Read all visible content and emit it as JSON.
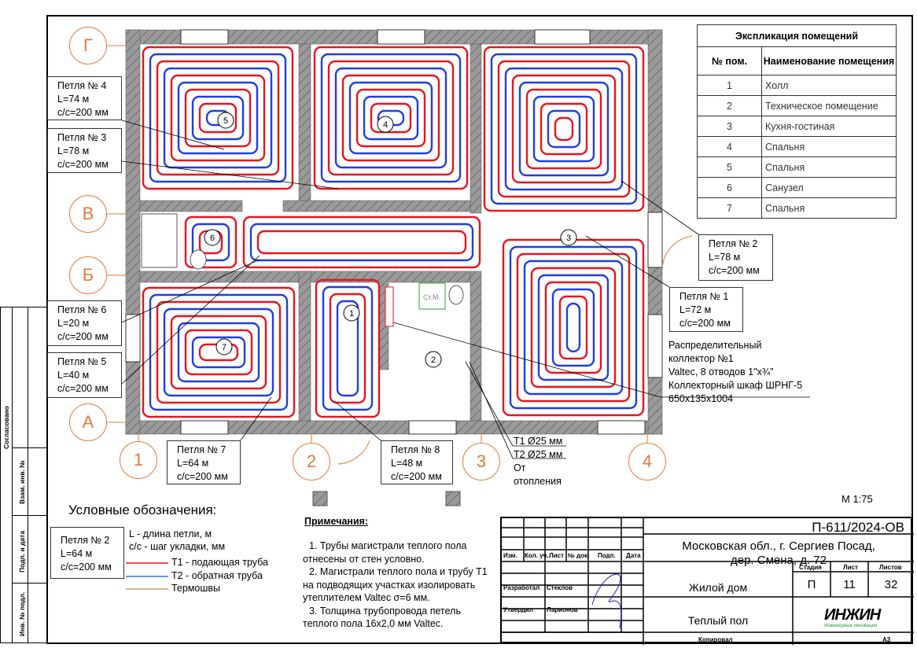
{
  "colors": {
    "supply": "#e8141e",
    "return": "#1f3fe0",
    "thermo": "#e07a3a",
    "wall": "#9a9a9a"
  },
  "axes": {
    "rows": [
      "Г",
      "В",
      "Б",
      "А"
    ],
    "cols": [
      "1",
      "2",
      "3",
      "4"
    ]
  },
  "loops": [
    {
      "title": "Петля № 4",
      "length": "L=74 м",
      "step": "с/с=200 мм"
    },
    {
      "title": "Петля № 3",
      "length": "L=78 м",
      "step": "с/с=200 мм"
    },
    {
      "title": "Петля № 6",
      "length": "L=20 м",
      "step": "с/с=200 мм"
    },
    {
      "title": "Петля № 5",
      "length": "L=40 м",
      "step": "с/с=200 мм"
    },
    {
      "title": "Петля № 7",
      "length": "L=64 м",
      "step": "с/с=200 мм"
    },
    {
      "title": "Петля № 8",
      "length": "L=48 м",
      "step": "с/с=200 мм"
    },
    {
      "title": "Петля № 2",
      "length": "L=78 м",
      "step": "с/с=200 мм"
    },
    {
      "title": "Петля № 1",
      "length": "L=72 м",
      "step": "с/с=200 мм"
    }
  ],
  "room_tags": [
    "1",
    "2",
    "3",
    "4",
    "5",
    "6",
    "7"
  ],
  "fixture_label": "Ст.М.",
  "collector": [
    "Распределительный",
    "коллектор №1",
    "Valtec, 8 отводов 1\"x¾\"",
    "Коллекторный шкаф ШРНГ-5",
    "650x135x1004"
  ],
  "mains": {
    "t1": "Т1 Ø25 мм",
    "t2": "Т2 Ø25 мм",
    "from1": "От",
    "from2": "отопления"
  },
  "scale": "М 1:75",
  "explication": {
    "title": "Экспликация помещений",
    "col_num": "№ пом.",
    "col_name": "Наименование помещения",
    "rows": [
      {
        "num": "1",
        "name": "Холл"
      },
      {
        "num": "2",
        "name": "Техническое помещение"
      },
      {
        "num": "3",
        "name": "Кухня-гостиная"
      },
      {
        "num": "4",
        "name": "Спальня"
      },
      {
        "num": "5",
        "name": "Спальня"
      },
      {
        "num": "6",
        "name": "Санузел"
      },
      {
        "num": "7",
        "name": "Спальня"
      }
    ]
  },
  "legend": {
    "title": "Условные обозначения:",
    "sample": {
      "title": "Петля № 2",
      "length": "L=64 м",
      "step": "с/с=200 мм"
    },
    "l_desc": "L - длина петли, м",
    "cc_desc": "с/с - шаг укладки, мм",
    "t1": "Т1 - подающая труба",
    "t2": "Т2 - обратная труба",
    "thermo": "Термошвы"
  },
  "notes": {
    "title": "Примечания:",
    "items": [
      "1.    Трубы магистрали теплого пола",
      "отнесены от стен условно.",
      "2.    Магистрали теплого пола и трубу Т1",
      "на подводящих участках изолировать",
      "утеплителем Valtec σ=6 мм.",
      "3.    Толщина трубопровода петель",
      "теплого пола 16х2,0 мм Valtec."
    ]
  },
  "side_stamp": [
    "Согласовано",
    "Взам. инв. №",
    "Подп. и дата",
    "Инв. № подл."
  ],
  "title_block": {
    "code": "П-611/2024-ОВ",
    "address1": "Московская обл., г. Сергиев Посад,",
    "address2": "дер. Смена, д. 72",
    "headers": [
      "Изм.",
      "Кол. уч.",
      "Лист",
      "№ док.",
      "Подп.",
      "Дата"
    ],
    "developed_role": "Разработал",
    "developed_name": "Стеклов",
    "approved_role": "Утвердил",
    "approved_name": "Ларионов",
    "object": "Жилой дом",
    "sheet_title": "Теплый пол",
    "stage_label": "Стадия",
    "sheet_label": "Лист",
    "sheets_label": "Листов",
    "stage": "П",
    "sheet": "11",
    "sheets": "32",
    "logo": "ИНЖИН",
    "logo_sub": "Инженерные инновации",
    "copied": "Копировал",
    "format": "А3"
  }
}
